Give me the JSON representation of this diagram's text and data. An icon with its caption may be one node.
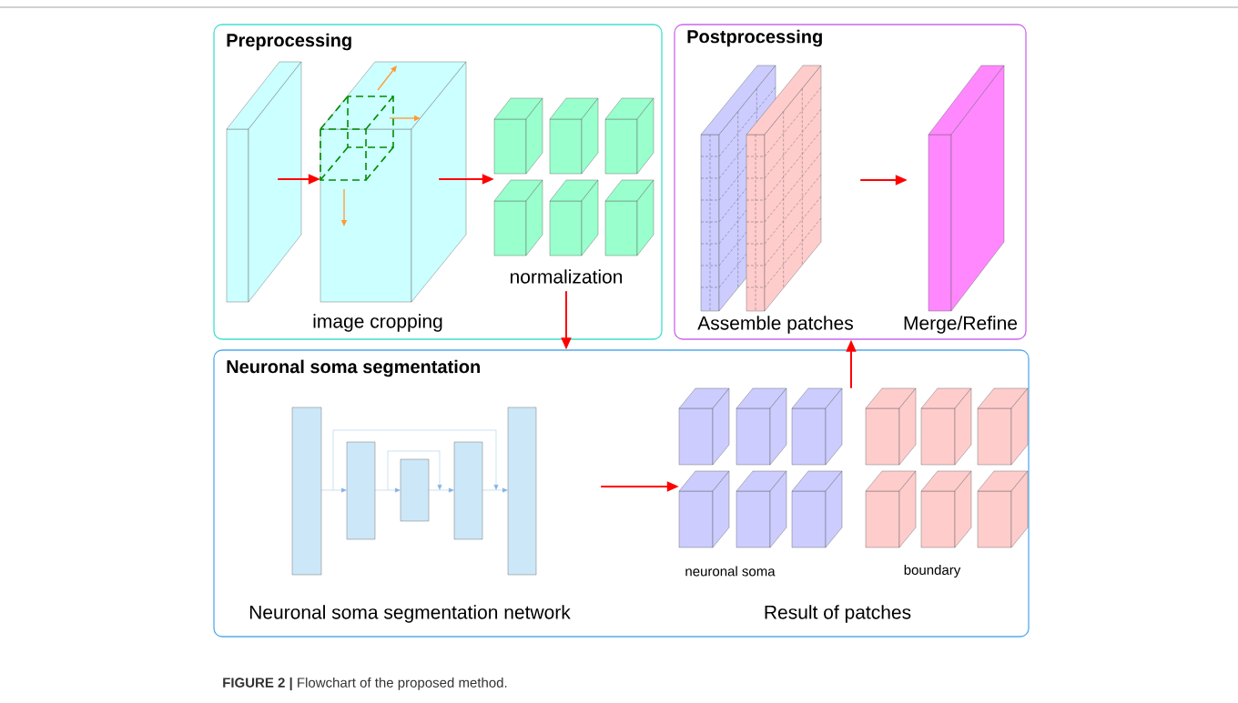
{
  "diagram": {
    "caption": "**FIGURE 2 |** Flowchart of the proposed method.",
    "nodes": [
      {
        "text": [
          "Preprocessing"
        ]
      },
      {
        "text": [],
        "shape": "picture",
        "in": 0
      },
      {
        "text": [
          "image cropping"
        ],
        "in": 0
      },
      {
        "text": [
          "normalization"
        ],
        "in": 0
      },
      {
        "text": [
          "Postprocessing"
        ]
      },
      {
        "text": [
          "Assemble patches"
        ],
        "in": 4
      },
      {
        "text": [
          "Merge/Refine"
        ],
        "in": 4
      },
      {
        "text": [
          "Neuronal soma segmentation"
        ]
      },
      {
        "text": [
          "Neuronal soma segmentation network"
        ],
        "in": 7
      },
      {
        "text": [
          "neuronal soma",
          "boundary",
          "Result of patches"
        ],
        "in": 7
      }
    ],
    "edges": [
      {
        "from": 1,
        "to": 2,
        "arrow": "to"
      },
      {
        "from": 2,
        "to": 3,
        "arrow": "to"
      },
      {
        "from": 3,
        "to": 7,
        "arrow": "to"
      },
      {
        "from": 8,
        "to": 9,
        "arrow": "to"
      },
      {
        "from": 9,
        "to": 4,
        "arrow": "to"
      },
      {
        "from": 5,
        "to": 6,
        "arrow": "to"
      }
    ]
  }
}
